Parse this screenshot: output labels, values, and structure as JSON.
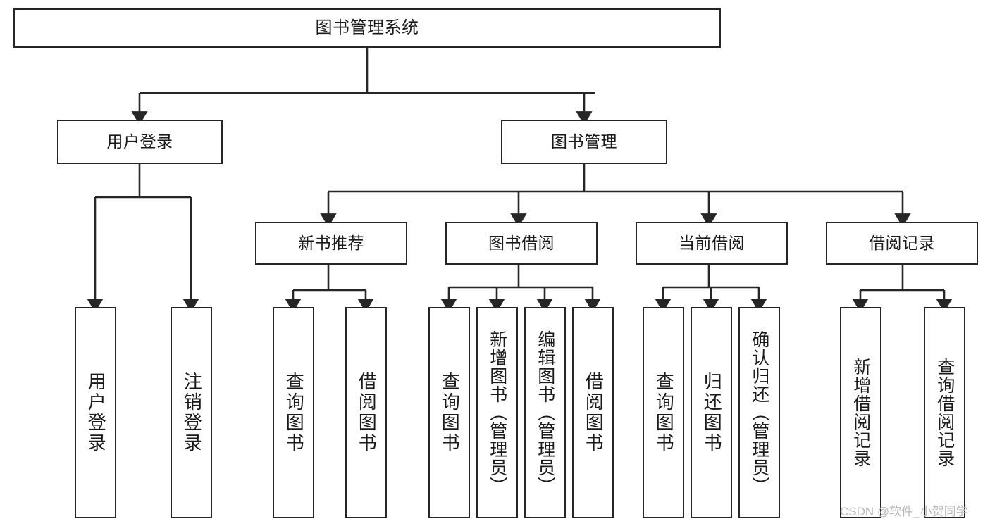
{
  "diagram": {
    "type": "tree-hierarchy-flowchart",
    "title": "图书管理系统",
    "orientation": "top-down",
    "colors": {
      "box_border": "#262626",
      "box_fill": "#ffffff",
      "connector": "#262626",
      "text": "#1a1a1a",
      "watermark": "#b9b9b9",
      "background": "#ffffff"
    },
    "root": {
      "id": "root",
      "label": "图书管理系统"
    },
    "level2": [
      {
        "id": "user-login",
        "label": "用户登录"
      },
      {
        "id": "book-management",
        "label": "图书管理"
      }
    ],
    "level3": [
      {
        "id": "new-book-recommend",
        "label": "新书推荐"
      },
      {
        "id": "book-borrow",
        "label": "图书借阅"
      },
      {
        "id": "current-borrow",
        "label": "当前借阅"
      },
      {
        "id": "borrow-record",
        "label": "借阅记录"
      }
    ],
    "leaves": {
      "user-login": [
        {
          "id": "leaf-user-login",
          "label": "用户登录"
        },
        {
          "id": "leaf-user-logout",
          "label": "注销登录"
        }
      ],
      "new-book-recommend": [
        {
          "id": "leaf-query-book-1",
          "label": "查询图书"
        },
        {
          "id": "leaf-borrow-book-1",
          "label": "借阅图书"
        }
      ],
      "book-borrow": [
        {
          "id": "leaf-query-book-2",
          "label": "查询图书"
        },
        {
          "id": "leaf-add-book-admin",
          "label": "新增图书（管理员）"
        },
        {
          "id": "leaf-edit-book-admin",
          "label": "编辑图书（管理员）"
        },
        {
          "id": "leaf-borrow-book-2",
          "label": "借阅图书"
        }
      ],
      "current-borrow": [
        {
          "id": "leaf-query-book-3",
          "label": "查询图书"
        },
        {
          "id": "leaf-return-book",
          "label": "归还图书"
        },
        {
          "id": "leaf-confirm-return-admin",
          "label": "确认归还（管理员）"
        }
      ],
      "borrow-record": [
        {
          "id": "leaf-add-borrow-record",
          "label": "新增借阅记录"
        },
        {
          "id": "leaf-query-borrow-record",
          "label": "查询借阅记录"
        }
      ]
    }
  },
  "watermark": {
    "text": "CSDN @软件_小贺同学"
  }
}
